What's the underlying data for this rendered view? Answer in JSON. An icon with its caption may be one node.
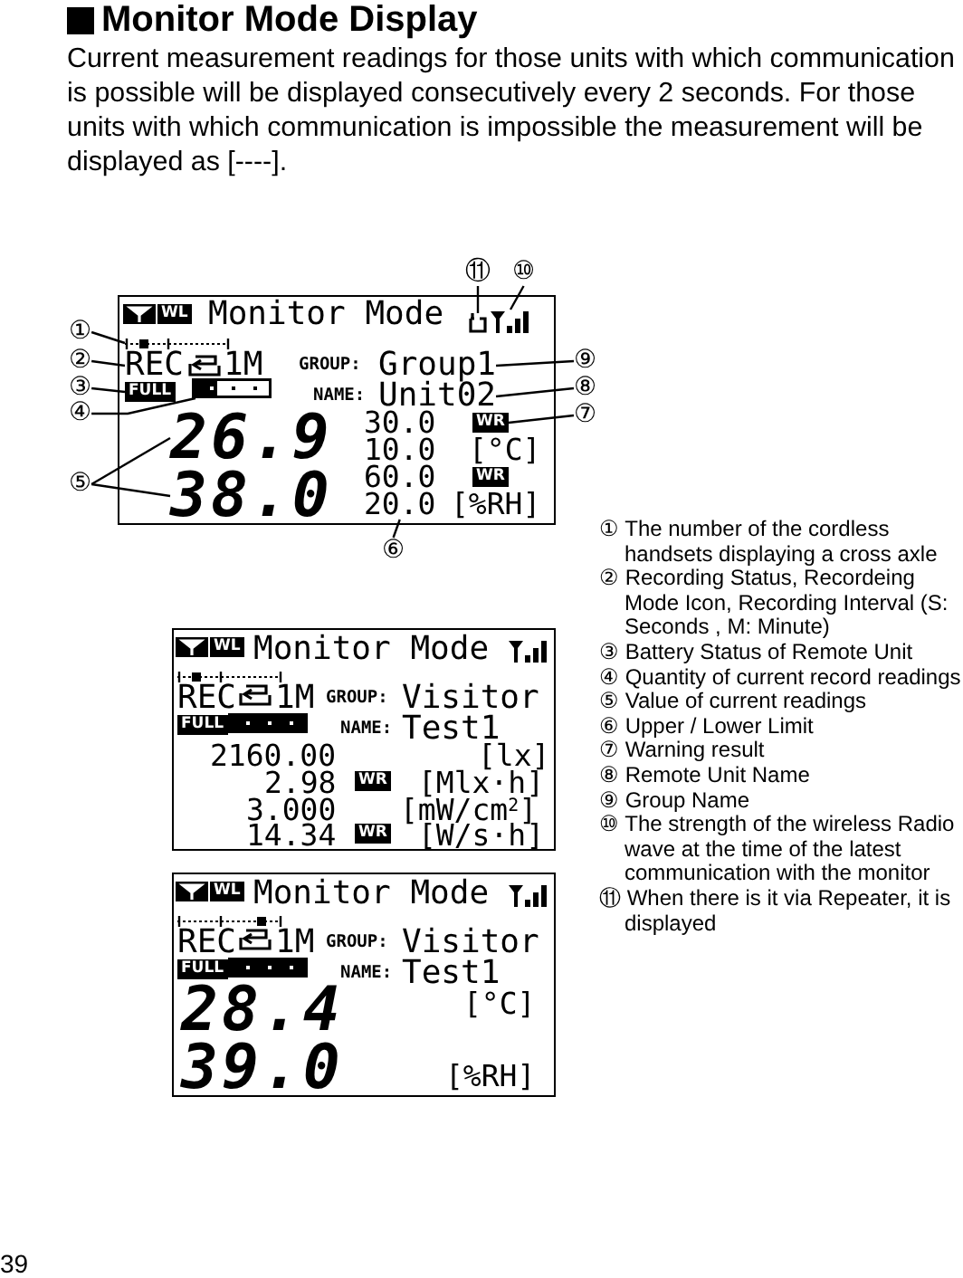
{
  "diagram": {
    "title": "Monitor Mode Display",
    "nodes": [
      {
        "text": [
          "⑪"
        ]
      },
      {
        "text": [
          "⑩"
        ]
      },
      {
        "text": [
          "①"
        ]
      },
      {
        "text": [
          "②"
        ]
      },
      {
        "text": [
          "③"
        ]
      },
      {
        "text": [
          "④"
        ]
      },
      {
        "text": [
          "⑤"
        ]
      },
      {
        "text": [
          "⑨"
        ]
      },
      {
        "text": [
          "⑧"
        ]
      },
      {
        "text": [
          "⑦"
        ]
      },
      {
        "text": [
          "⑥"
        ]
      },
      {
        "text": [
          "Monitor Mode",
          "GROUP:",
          "NAME:",
          "30.0",
          "10.0",
          "[°C]",
          "60.0",
          "[%RH]"
        ]
      },
      {
        "text": [],
        "shape": "box",
        "in": 11
      },
      {
        "text": [],
        "shape": "antenna",
        "in": 11
      },
      {
        "text": [],
        "shape": "bar",
        "in": 11
      },
      {
        "text": [
          "REC",
          "1M"
        ],
        "in": 11
      },
      {
        "text": [
          "FULL"
        ],
        "in": 11
      },
      {
        "text": [],
        "shape": "bar",
        "in": 11
      },
      {
        "text": [
          "Group1"
        ],
        "in": 11
      },
      {
        "text": [
          "Unit02"
        ],
        "in": 11
      },
      {
        "text": [
          "26.9"
        ],
        "in": 11
      },
      {
        "text": [
          "38.0"
        ],
        "in": 11
      },
      {
        "text": [
          "WR"
        ],
        "in": 11
      },
      {
        "text": [
          "20.0"
        ],
        "in": 11
      },
      {
        "text": [
          "WL"
        ],
        "in": 11
      },
      {
        "text": [
          "WR"
        ],
        "in": 11
      },
      {
        "text": [
          "WL",
          "Monitor Mode",
          "REC",
          "1M",
          "GROUP:",
          "Visitor",
          "FULL",
          "NAME:",
          "Test1",
          "2160.00",
          "[lx]",
          "2.98",
          "WR",
          "[Mlx·h]",
          "3.000",
          "[mW/cm$^{2}$]",
          "14.34",
          "WR",
          "[W/s·h]"
        ]
      },
      {
        "text": [
          "WL",
          "Monitor Mode",
          "REC",
          "1M",
          "GROUP:",
          "Visitor",
          "FULL",
          "NAME:",
          "Test1",
          "28.4",
          "[°C]",
          "39.0",
          "[%RH]"
        ]
      }
    ],
    "edges": [
      {
        "from": 0,
        "to": 12,
        "arrow": "none"
      },
      {
        "from": 1,
        "to": 13,
        "arrow": "none"
      },
      {
        "from": 2,
        "to": 14,
        "arrow": "none"
      },
      {
        "from": 3,
        "to": 15,
        "arrow": "none"
      },
      {
        "from": 4,
        "to": 16,
        "arrow": "none"
      },
      {
        "from": 5,
        "to": 17,
        "arrow": "none"
      },
      {
        "from": 6,
        "to": 20,
        "arrow": "none"
      },
      {
        "from": 6,
        "to": 21,
        "arrow": "none"
      },
      {
        "from": 7,
        "to": 18,
        "arrow": "none"
      },
      {
        "from": 8,
        "to": 19,
        "arrow": "none"
      },
      {
        "from": 9,
        "to": 22,
        "arrow": "none"
      },
      {
        "from": 10,
        "to": 23,
        "arrow": "none"
      }
    ],
    "labels": [
      "Current measurement readings for those units with which communication is possible will be displayed consecutively every 2 seconds.  For those units with which communication is impossible the measurement will be displayed as [----].",
      "① The number of the cordless handsets displaying a cross axle",
      "② Recording Status, Recordeing Mode Icon, Recording Interval (S: Seconds ,  M: Minute)",
      "③ Battery Status of Remote Unit",
      "④ Quantity of current record readings",
      "⑤ Value of current readings",
      "⑥ Upper / Lower Limit",
      "⑦ Warning result",
      "⑧ Remote Unit Name",
      "⑨ Group Name",
      "⑩ The strength of the wireless Radio wave at the time of the latest communication with the monitor",
      "⑪ When there is it via Repeater, it is displayed",
      "39"
    ]
  }
}
